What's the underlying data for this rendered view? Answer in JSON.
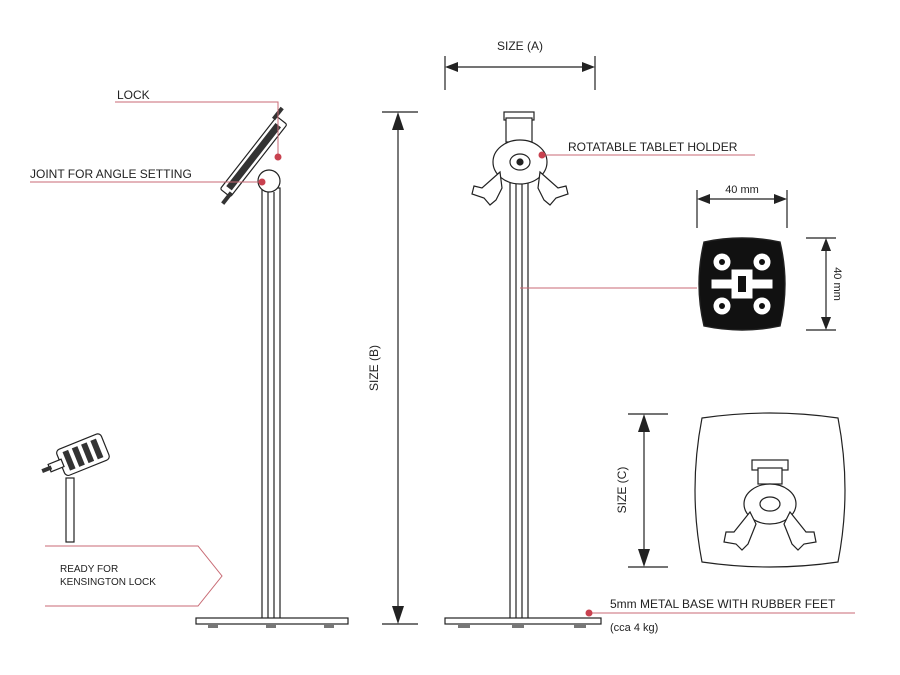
{
  "labels": {
    "lock": "LOCK",
    "joint": "JOINT FOR ANGLE SETTING",
    "size_a": "SIZE (A)",
    "size_b": "SIZE (B)",
    "size_c": "SIZE (C)",
    "rotatable": "ROTATABLE TABLET HOLDER",
    "dim_width": "40 mm",
    "dim_height": "40 mm",
    "kensington_line1": "READY FOR",
    "kensington_line2": "KENSINGTON LOCK",
    "base_line1": "5mm METAL BASE WITH RUBBER FEET",
    "base_line2": "(cca 4 kg)"
  },
  "colors": {
    "accent": "#c8414f",
    "leader": "#c86a74",
    "line": "#222222",
    "pole_fill": "#ffffff"
  }
}
